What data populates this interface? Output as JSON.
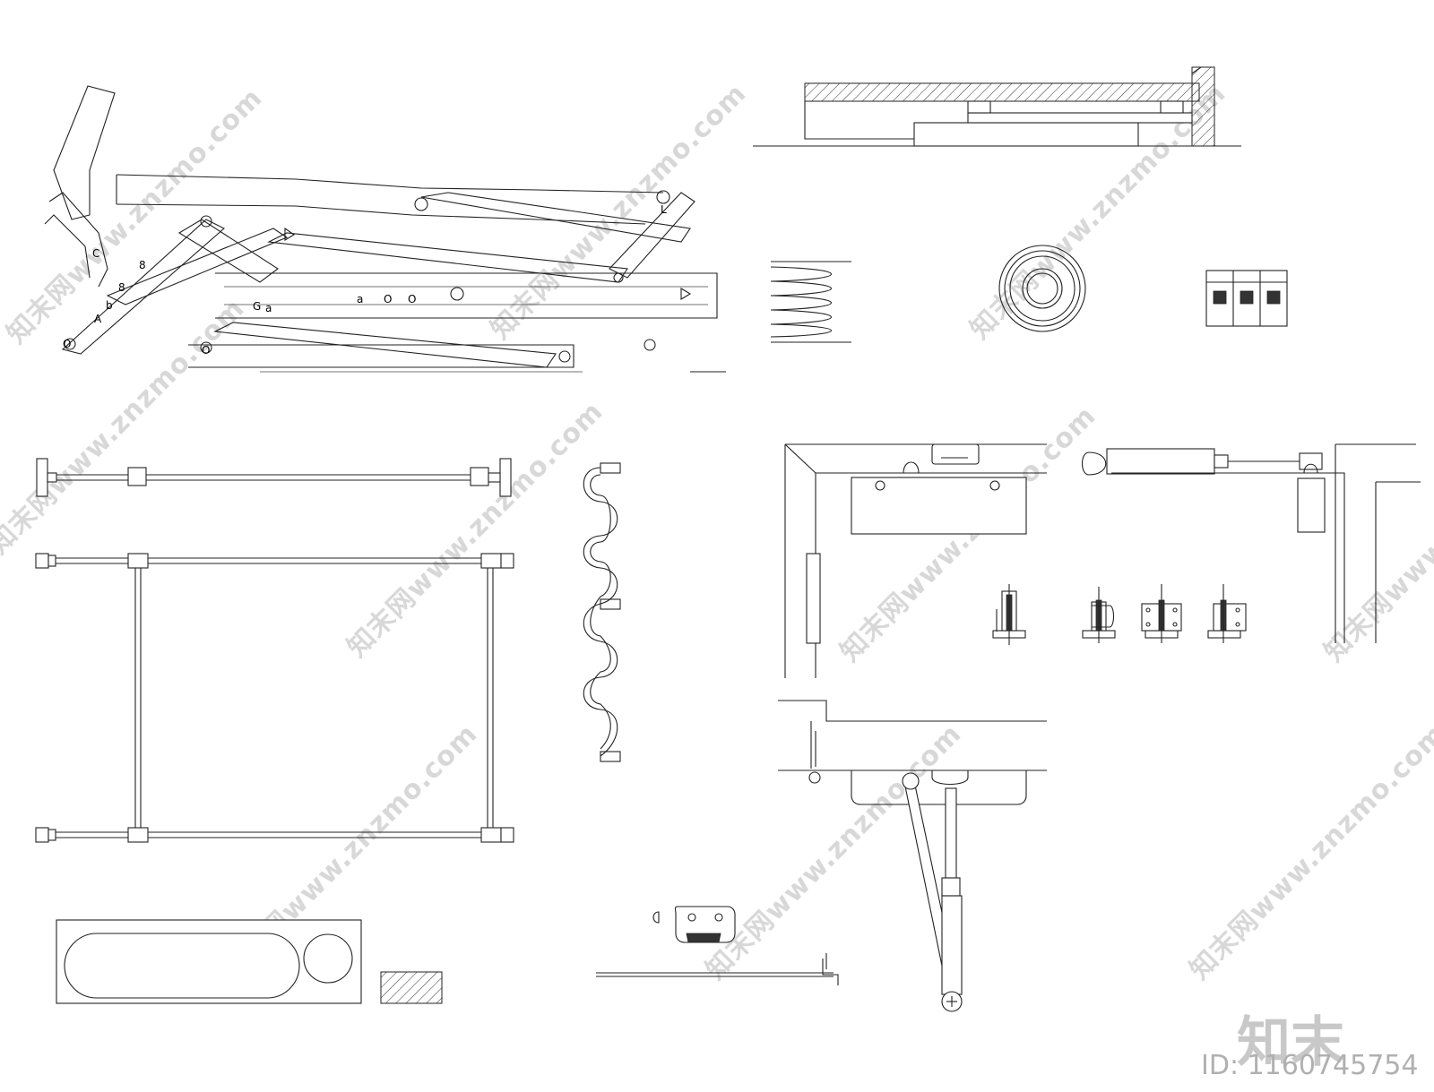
{
  "brand": {
    "logo_text": "知末",
    "id_label": "ID: 1160745754",
    "watermark_text": "知末网www.znzmo.com"
  },
  "colors": {
    "line": "#222222",
    "watermark": "#d8d8d8",
    "background": "#ffffff"
  },
  "drawing_labels": {
    "arm_markers": [
      "C",
      "8",
      "b",
      "A",
      "8",
      "G",
      "a",
      "O",
      "a",
      "O",
      "O",
      "O",
      "L"
    ]
  }
}
